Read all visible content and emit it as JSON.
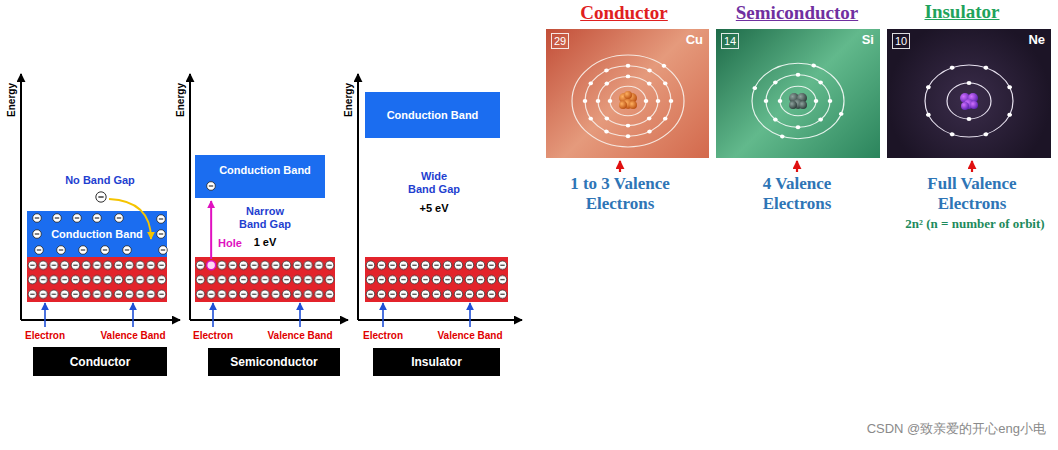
{
  "diagram": {
    "nodes": [
      {
        "text": [
          "Conduction Band"
        ]
      },
      {
        "text": [
          "Conductor"
        ]
      },
      {
        "text": [
          "Conduction Band"
        ]
      },
      {
        "text": [
          "Semiconductor"
        ]
      },
      {
        "text": [
          "Conduction Band"
        ]
      },
      {
        "text": [
          "Insulator"
        ]
      },
      {
        "text": [
          "29",
          "Cu"
        ]
      },
      {
        "text": [
          "14",
          "Si"
        ]
      },
      {
        "text": [
          "10",
          "Ne"
        ]
      }
    ],
    "labels": [
      "Energy",
      "No Band Gap",
      "Electron",
      "Valence Band",
      "Energy",
      "Narrow Band Gap",
      "1 eV",
      "Hole",
      "Electron",
      "Valence Band",
      "Energy",
      "Wide Band Gap",
      "+5 eV",
      "Electron",
      "Valence Band",
      "Conductor",
      "Semiconductor",
      "Insulator",
      "1 to 3 Valence Electrons",
      "4 Valence Electrons",
      "Full Valence Electrons",
      "2n² (n = number of orbit)",
      "CSDN @致亲爱的开心eng小电"
    ]
  }
}
